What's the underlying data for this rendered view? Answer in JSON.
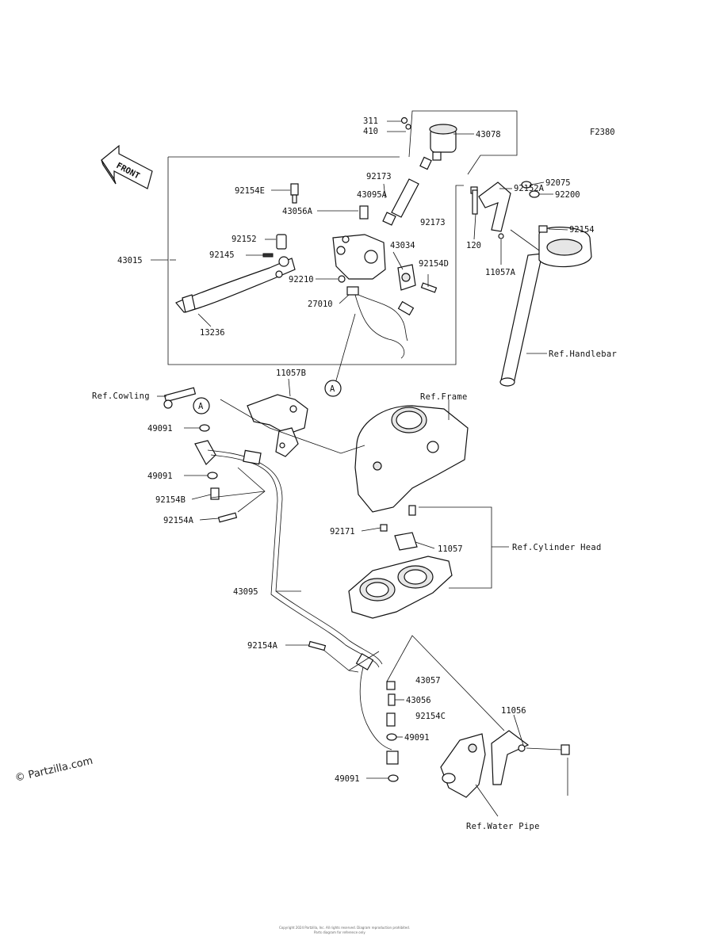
{
  "figure_code": "F2380",
  "front_label": "FRONT",
  "callout_letter": "A",
  "watermark": "© Partzilla.com",
  "references": {
    "handlebar": "Ref.Handlebar",
    "cowling": "Ref.Cowling",
    "frame": "Ref.Frame",
    "cylinder_head": "Ref.Cylinder Head",
    "water_pipe": "Ref.Water Pipe"
  },
  "parts": {
    "p311": "311",
    "p410": "410",
    "p43078": "43078",
    "p92173a": "92173",
    "p92173b": "92173",
    "p43095a": "43095A",
    "p92154e": "92154E",
    "p43056a": "43056A",
    "p92152": "92152",
    "p92145": "92145",
    "p43015": "43015",
    "p43034": "43034",
    "p92154d": "92154D",
    "p92210": "92210",
    "p27010": "27010",
    "p13236": "13236",
    "p92152a": "92152A",
    "p92075": "92075",
    "p92200": "92200",
    "p92154": "92154",
    "p120": "120",
    "p11057a": "11057A",
    "p11057b": "11057B",
    "p49091a": "49091",
    "p49091b": "49091",
    "p92154b": "92154B",
    "p92154a1": "92154A",
    "p92171": "92171",
    "p11057": "11057",
    "p43095": "43095",
    "p92154a2": "92154A",
    "p43057": "43057",
    "p43056": "43056",
    "p92154c": "92154C",
    "p49091c": "49091",
    "p49091d": "49091",
    "p11056": "11056"
  },
  "copyright_line_1": "Copyright 2024 Partzilla, Inc. All rights reserved. Diagram reproduction prohibited.",
  "copyright_line_2": "Parts diagram for reference only"
}
